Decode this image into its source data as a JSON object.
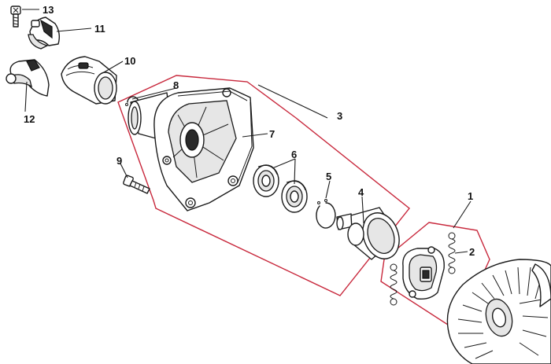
{
  "colors": {
    "group_outline": "#c8283c",
    "ink": "#1a1a1a",
    "background": "#ffffff"
  },
  "callouts": {
    "c1": "1",
    "c2": "2",
    "c3": "3",
    "c4": "4",
    "c5": "5",
    "c6": "6",
    "c7": "7",
    "c8": "8",
    "c9": "9",
    "c10": "10",
    "c11": "11",
    "c12": "12",
    "c13": "13"
  }
}
